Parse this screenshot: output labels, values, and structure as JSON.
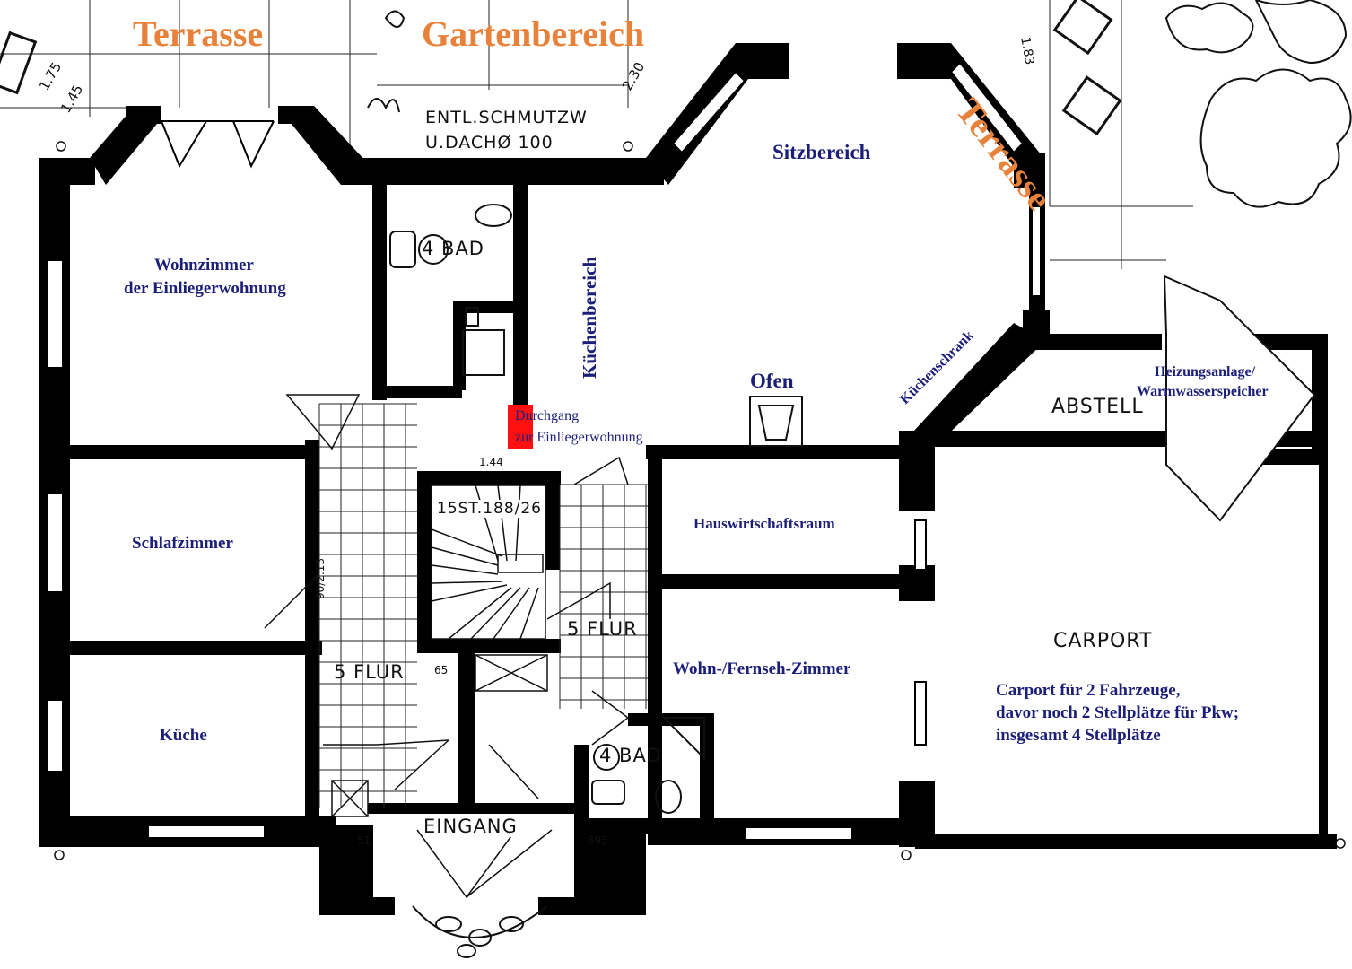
{
  "header_labels": {
    "terrace_left": "Terrasse",
    "garden": "Gartenbereich",
    "terrace_right": "Terrasse"
  },
  "rooms": {
    "wohnzimmer_line1": "Wohnzimmer",
    "wohnzimmer_line2": "der Einliegerwohnung",
    "schlafzimmer": "Schlafzimmer",
    "kueche": "Küche",
    "kuechenbereich": "Küchenbereich",
    "sitzbereich": "Sitzbereich",
    "ofen": "Ofen",
    "kuechenschrank": "Küchenschrank",
    "durchgang_line1": "Durchgang",
    "durchgang_line2": "zur Einliegerwohnung",
    "heizung_line1": "Heizungsanlage/",
    "heizung_line2": "Warmwasserspeicher",
    "hauswirtschaftsraum": "Hauswirtschaftsraum",
    "wohn_fernseh": "Wohn-/Fernseh-Zimmer",
    "carport_desc_line1": "Carport für 2 Fahrzeuge,",
    "carport_desc_line2": "davor noch 2 Stellplätze für Pkw;",
    "carport_desc_line3": "insgesamt 4 Stellplätze"
  },
  "drawing_text": {
    "entl_line1": "ENTL.SCHMUTZW",
    "entl_line2": "U.DACHØ 100",
    "bad_top": "4 BAD",
    "bad_bottom": "4 BAD",
    "abstell": "ABSTELL",
    "carport": "CARPORT",
    "flur_left": "5 FLUR",
    "flur_right": "5 FLUR",
    "stairs": "15ST.188/26",
    "eingang": "EINGANG"
  },
  "dimensions": {
    "d_175": "1.75",
    "d_145": "1.45",
    "d_183": "1.83",
    "d_230": "2.30",
    "d_144": "1.44",
    "d_65": "65",
    "d_51": "51",
    "d_695": "695",
    "d_90_213": "90/2.13"
  },
  "colors": {
    "wall": "#000000",
    "room_label": "#1c1f7a",
    "outdoor_label": "#e8823a",
    "passage_marker": "#ff1010"
  }
}
